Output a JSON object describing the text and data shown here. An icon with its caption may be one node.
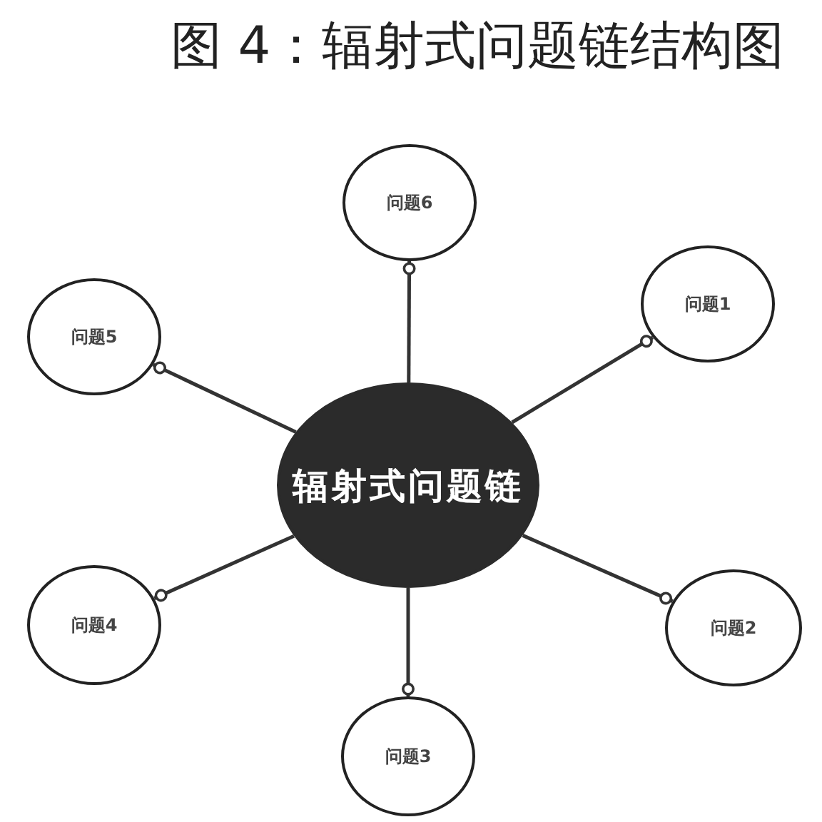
{
  "diagram": {
    "title": "图 4：辐射式问题链结构图",
    "nodes": [
      {
        "text": [
          "辐射式问题链"
        ]
      },
      {
        "text": [
          "问题1"
        ]
      },
      {
        "text": [
          "问题2"
        ]
      },
      {
        "text": [
          "问题3"
        ]
      },
      {
        "text": [
          "问题4"
        ]
      },
      {
        "text": [
          "问题5"
        ]
      },
      {
        "text": [
          "问题6"
        ]
      }
    ],
    "edges": [
      {
        "from": 0,
        "to": 1,
        "arrow": "other"
      },
      {
        "from": 0,
        "to": 2,
        "arrow": "other"
      },
      {
        "from": 0,
        "to": 3,
        "arrow": "other"
      },
      {
        "from": 0,
        "to": 4,
        "arrow": "other"
      },
      {
        "from": 0,
        "to": 5,
        "arrow": "other"
      },
      {
        "from": 0,
        "to": 6,
        "arrow": "other"
      }
    ]
  }
}
